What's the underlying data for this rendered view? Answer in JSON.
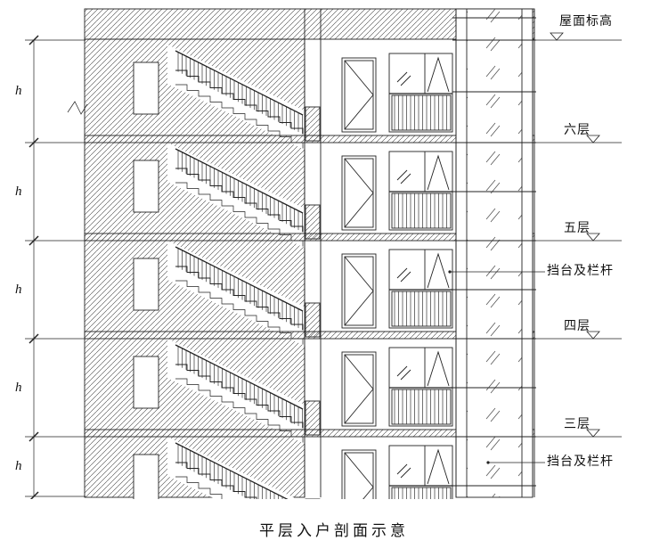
{
  "title": "平层入户剖面示意",
  "annotations": {
    "roof_elevation": "屋面标高",
    "floor_6": "六层",
    "floor_5": "五层",
    "floor_4": "四层",
    "floor_3": "三层",
    "parapet_railing_upper": "挡台及栏杆",
    "parapet_railing_lower": "挡台及栏杆",
    "story_height": "h"
  },
  "colors": {
    "line": "#222222",
    "hatch": "#3d3d3d",
    "background": "#ffffff"
  }
}
